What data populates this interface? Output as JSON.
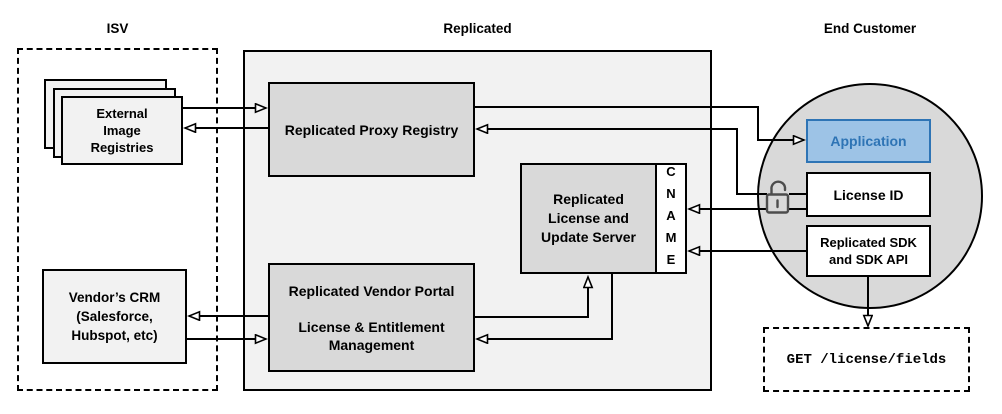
{
  "sections": {
    "isv": {
      "title": "ISV"
    },
    "replicated": {
      "title": "Replicated"
    },
    "end_customer": {
      "title": "End Customer"
    }
  },
  "boxes": {
    "external_registries": {
      "label": "External\nImage\nRegistries"
    },
    "vendors_crm": {
      "label": "Vendor’s CRM\n(Salesforce,\nHubspot, etc)"
    },
    "proxy_registry": {
      "label": "Replicated Proxy Registry"
    },
    "license_update_server": {
      "label": "Replicated\nLicense and\nUpdate Server"
    },
    "cname": {
      "label": "CNAME"
    },
    "vendor_portal": {
      "label": "Replicated Vendor Portal\n\nLicense & Entitlement\nManagement"
    },
    "application": {
      "label": "Application"
    },
    "license_id": {
      "label": "License ID"
    },
    "replicated_sdk": {
      "label": "Replicated SDK\nand SDK API"
    },
    "api_endpoint": {
      "label": "GET /license/fields"
    }
  },
  "icons": {
    "lock": "unlocked-padlock-icon"
  },
  "colors": {
    "panel_fill": "#f2f2f2",
    "box_fill_gray": "#d9d9d9",
    "circle_fill": "#d9d9d9",
    "application_fill": "#9dc3e6",
    "application_border": "#2e74b5",
    "application_text": "#2e74b5",
    "line": "#000000",
    "lock": "#4d4d4d"
  }
}
